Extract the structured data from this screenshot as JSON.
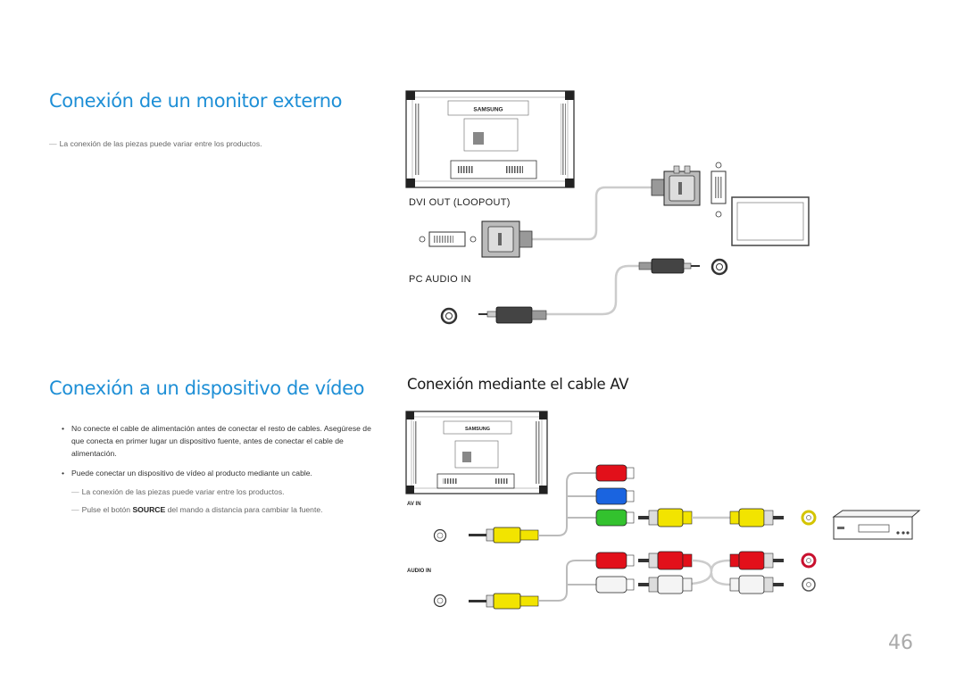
{
  "section1": {
    "title": "Conexión de un monitor externo",
    "note": "La conexión de las piezas puede variar entre los productos.",
    "dvi_label": "DVI OUT (LOOPOUT)",
    "audio_label": "PC AUDIO IN",
    "brand": "SAMSUNG"
  },
  "section2": {
    "title": "Conexión a un dispositivo de vídeo",
    "bullets": [
      "No conecte el cable de alimentación antes de conectar el resto de cables. Asegúrese de que conecta en primer lugar un dispositivo fuente, antes de conectar el cable de alimentación.",
      "Puede conectar un dispositivo de vídeo al producto mediante un cable."
    ],
    "note1": "La conexión de las piezas puede variar entre los productos.",
    "note2_pre": "Pulse el botón ",
    "note2_bold": "SOURCE",
    "note2_post": " del mando a distancia para cambiar la fuente.",
    "subtitle": "Conexión mediante el cable AV",
    "label_av": "AV IN",
    "label_audio": "AUDIO IN",
    "brand": "SAMSUNG"
  },
  "page_number": "46"
}
